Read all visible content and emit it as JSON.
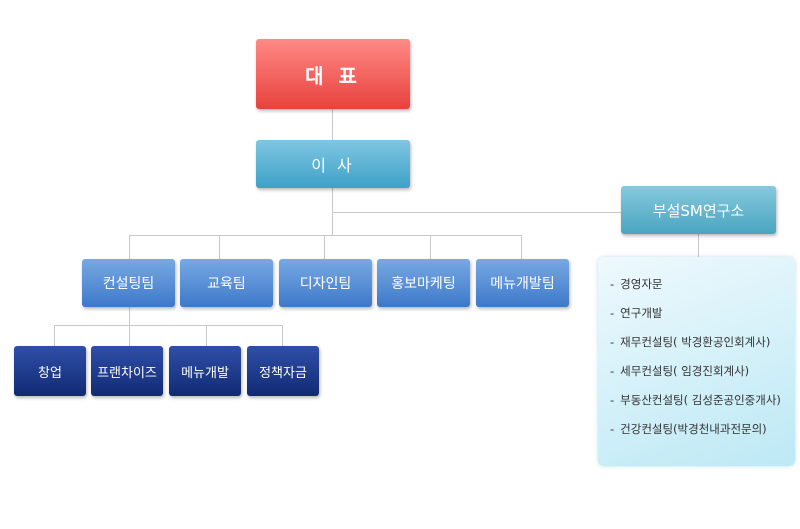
{
  "ceo": "대 표",
  "director": "이 사",
  "lab": "부설SM연구소",
  "teams": [
    "컨설팅팀",
    "교육팀",
    "디자인팀",
    "홍보마케팅",
    "메뉴개발팀"
  ],
  "subteams": [
    "창업",
    "프랜차이즈",
    "메뉴개발",
    "정책자금"
  ],
  "lab_items": [
    "경영자문",
    "연구개발",
    "재무컨설팅( 박경환공인회계사)",
    "세무컨설팅( 임경진회계사)",
    "부동산컨설팅( 김성준공인중개사)",
    "건강컨설팅(박경천내과전문의)"
  ],
  "colors": {
    "ceo": "#e8413d",
    "director": "#3ea1c7",
    "lab": "#4aa5c0",
    "team": "#3d78c9",
    "subteam": "#112a74",
    "connector": "#c8c8c8"
  }
}
